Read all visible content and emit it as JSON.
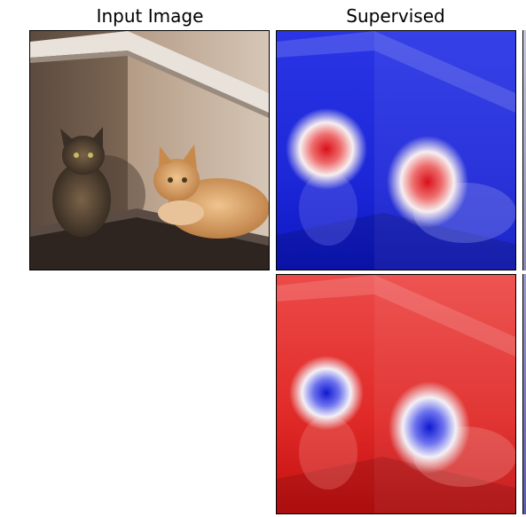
{
  "titles": {
    "input": "Input Image",
    "supervised": "Supervised"
  },
  "panels": [
    {
      "row": 0,
      "col": 0,
      "kind": "photo",
      "subject": "two-cats-on-corner-shelf"
    },
    {
      "row": 0,
      "col": 1,
      "kind": "heatmap",
      "colormap": "bwr",
      "background": "blue",
      "hotspots": "red"
    },
    {
      "row": 1,
      "col": 1,
      "kind": "heatmap",
      "colormap": "bwr",
      "background": "red",
      "hotspots": "blue"
    }
  ],
  "colors": {
    "heat_red": "#e0141a",
    "heat_blue": "#1420d8",
    "wall": "#a8927c",
    "shelf": "#3a2e28"
  }
}
